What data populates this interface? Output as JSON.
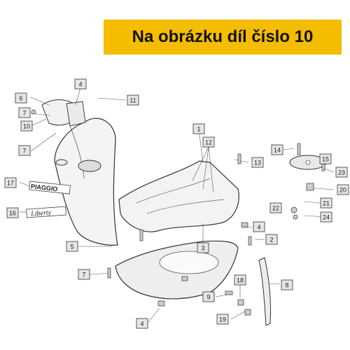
{
  "banner": {
    "text": "Na obrázku díl číslo 10"
  },
  "diagram": {
    "brand_text": "PIAGGIO",
    "model_text": "Liberty",
    "callouts": [
      "1",
      "2",
      "3",
      "4",
      "4",
      "4",
      "5",
      "6",
      "7",
      "7",
      "7",
      "8",
      "9",
      "10",
      "11",
      "12",
      "13",
      "14",
      "15",
      "16",
      "17",
      "18",
      "19",
      "20",
      "21",
      "22",
      "23",
      "24"
    ]
  },
  "colors": {
    "banner": "#f4bd00",
    "line": "#333333",
    "box": "#e6e6e6"
  }
}
